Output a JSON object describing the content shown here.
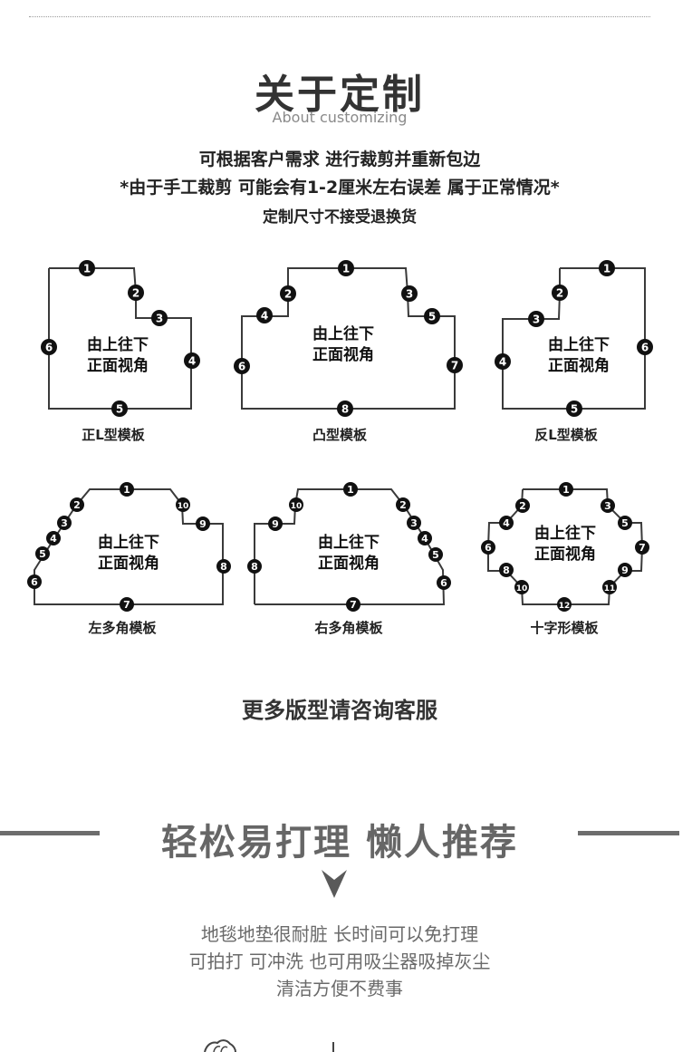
{
  "header": {
    "title": "关于定制",
    "subtitle": "About customizing"
  },
  "description": {
    "line1": "可根据客户需求 进行裁剪并重新包边",
    "line2": "*由于手工裁剪 可能会有1-2厘米左右误差 属于正常情况*",
    "line3": "定制尺寸不接受退换货"
  },
  "templates": [
    {
      "label": "正L型模板",
      "center_line1": "由上往下",
      "center_line2": "正面视角",
      "points": [
        "1",
        "2",
        "3",
        "4",
        "5",
        "6"
      ]
    },
    {
      "label": "凸型模板",
      "center_line1": "由上往下",
      "center_line2": "正面视角",
      "points": [
        "1",
        "2",
        "3",
        "4",
        "5",
        "6",
        "7",
        "8"
      ]
    },
    {
      "label": "反L型模板",
      "center_line1": "由上往下",
      "center_line2": "正面视角",
      "points": [
        "1",
        "2",
        "3",
        "4",
        "5",
        "6"
      ]
    },
    {
      "label": "左多角模板",
      "center_line1": "由上往下",
      "center_line2": "正面视角",
      "points": [
        "1",
        "2",
        "3",
        "4",
        "5",
        "6",
        "7",
        "8",
        "9",
        "10"
      ]
    },
    {
      "label": "右多角模板",
      "center_line1": "由上往下",
      "center_line2": "正面视角",
      "points": [
        "1",
        "2",
        "3",
        "4",
        "5",
        "6",
        "7",
        "8",
        "9",
        "10"
      ]
    },
    {
      "label": "十字形模板",
      "center_line1": "由上往下",
      "center_line2": "正面视角",
      "points": [
        "1",
        "2",
        "3",
        "4",
        "5",
        "6",
        "7",
        "8",
        "9",
        "10",
        "11",
        "12"
      ]
    }
  ],
  "more_text": "更多版型请咨询客服",
  "care": {
    "heading": "轻松易打理 懒人推荐",
    "line1": "地毯地垫很耐脏 长时间可以免打理",
    "line2": "可拍打 可冲洗 也可用吸尘器吸掉灰尘",
    "line3": "清洁方便不费事"
  },
  "colors": {
    "outline": "#3a3a3a",
    "marker": "#111111",
    "heading_gray": "#666666"
  },
  "icons": {
    "arrow": "chevron-down-icon",
    "hand": "hand-icon"
  }
}
